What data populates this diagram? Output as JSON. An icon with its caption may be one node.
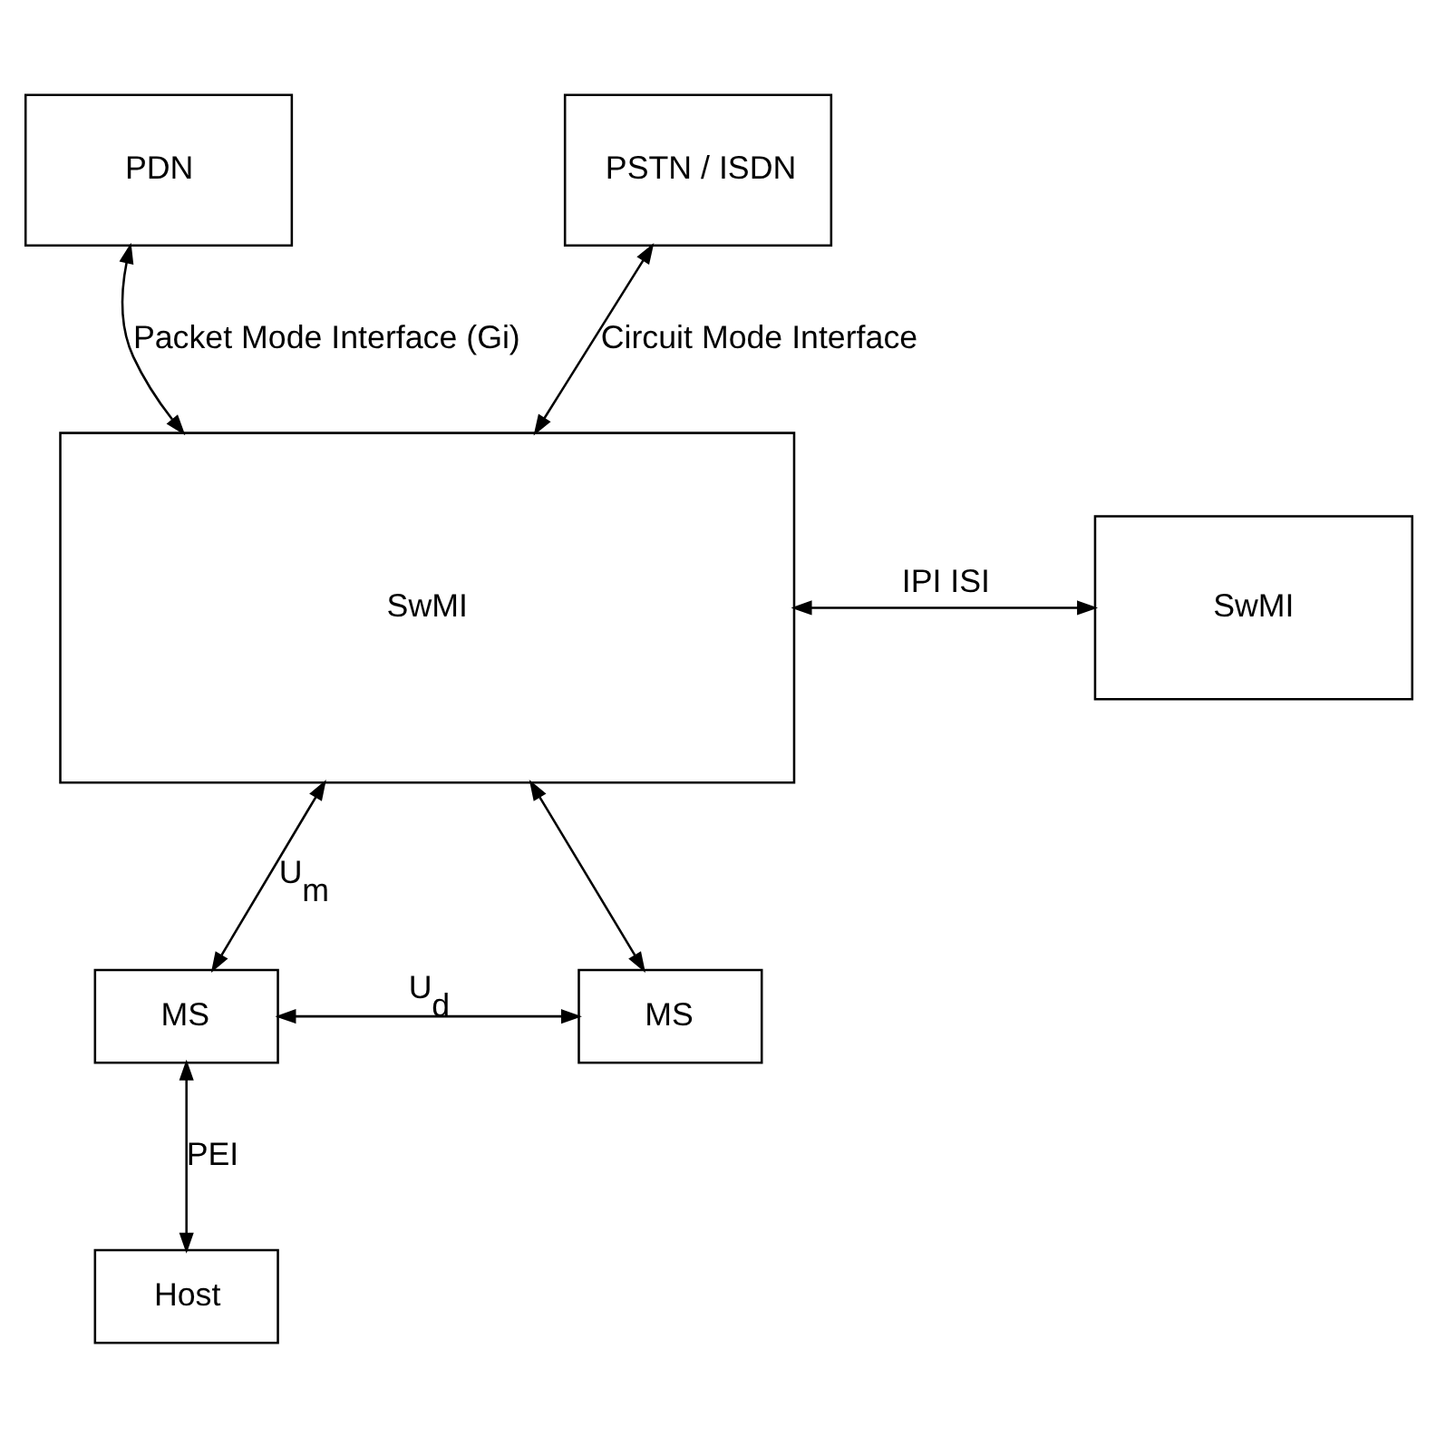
{
  "diagram": {
    "nodes": [
      {
        "text": [
          "PDN"
        ]
      },
      {
        "text": [
          "PSTN / ISDN"
        ]
      },
      {
        "text": [
          "SwMI"
        ]
      },
      {
        "text": [
          "SwMI"
        ]
      },
      {
        "text": [
          "MS"
        ]
      },
      {
        "text": [
          "MS"
        ]
      },
      {
        "text": [
          "Host"
        ]
      }
    ],
    "edges": [
      {
        "from": 0,
        "to": 2,
        "arrow": "both",
        "label": "Packet Mode Interface (Gi)"
      },
      {
        "from": 1,
        "to": 2,
        "arrow": "both",
        "label": "Circuit Mode Interface"
      },
      {
        "from": 2,
        "to": 3,
        "arrow": "both",
        "label": "IPI ISI"
      },
      {
        "from": 2,
        "to": 4,
        "arrow": "both",
        "label": "U$_{m}$"
      },
      {
        "from": 2,
        "to": 5,
        "arrow": "both"
      },
      {
        "from": 4,
        "to": 5,
        "arrow": "both",
        "label": "U$_{d}$"
      },
      {
        "from": 4,
        "to": 6,
        "arrow": "both",
        "label": "PEI"
      }
    ]
  }
}
